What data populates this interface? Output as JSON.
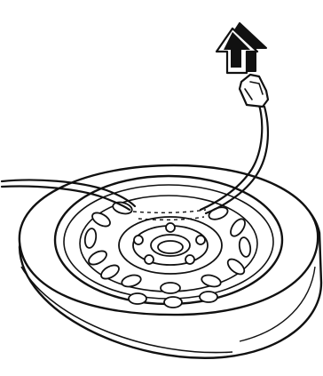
{
  "figure": {
    "subject": "spare-tire-removal",
    "background_color": "#ffffff",
    "line_color": "#111111",
    "arrow_fill": "#111111",
    "arrow_shadow": "#ffffff",
    "icons": [
      "up-arrow-icon",
      "hook-strap",
      "spare-tire",
      "wheel-rim",
      "lug-holes",
      "hub"
    ]
  }
}
